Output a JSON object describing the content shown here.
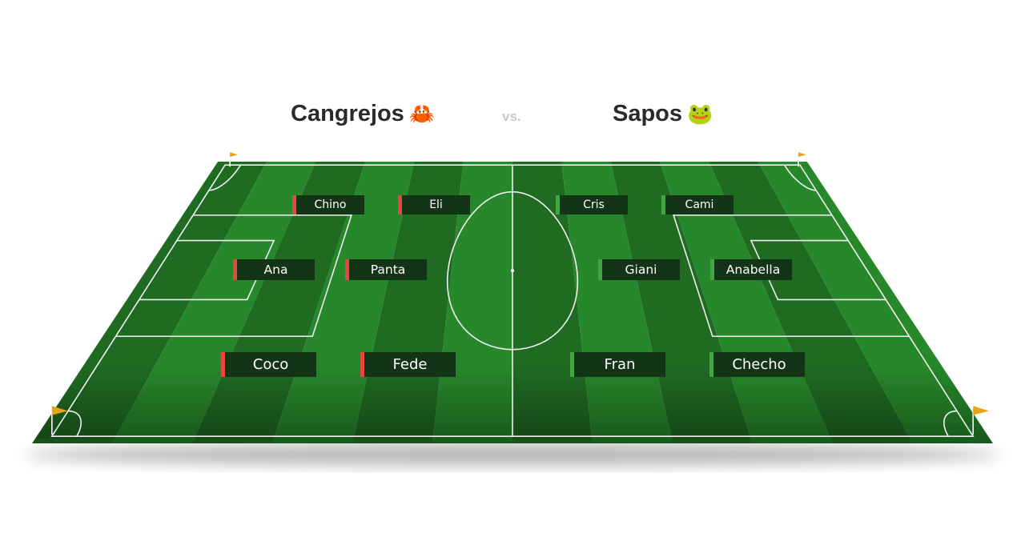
{
  "match": {
    "home": {
      "name": "Cangrejos",
      "emoji": "🦀",
      "color": "#e8463f"
    },
    "away": {
      "name": "Sapos",
      "emoji": "🐸",
      "color": "#43a544"
    },
    "vs_label": "vs."
  },
  "pitch": {
    "grass_dark": "#1f6b22",
    "grass_light": "#26882a",
    "line_color": "#f0f0f0",
    "flag_color": "#e8a317"
  },
  "players": {
    "home": [
      "Chino",
      "Eli",
      "Ana",
      "Panta",
      "Coco",
      "Fede"
    ],
    "away": [
      "Cris",
      "Cami",
      "Giani",
      "Anabella",
      "Fran",
      "Checho"
    ]
  }
}
